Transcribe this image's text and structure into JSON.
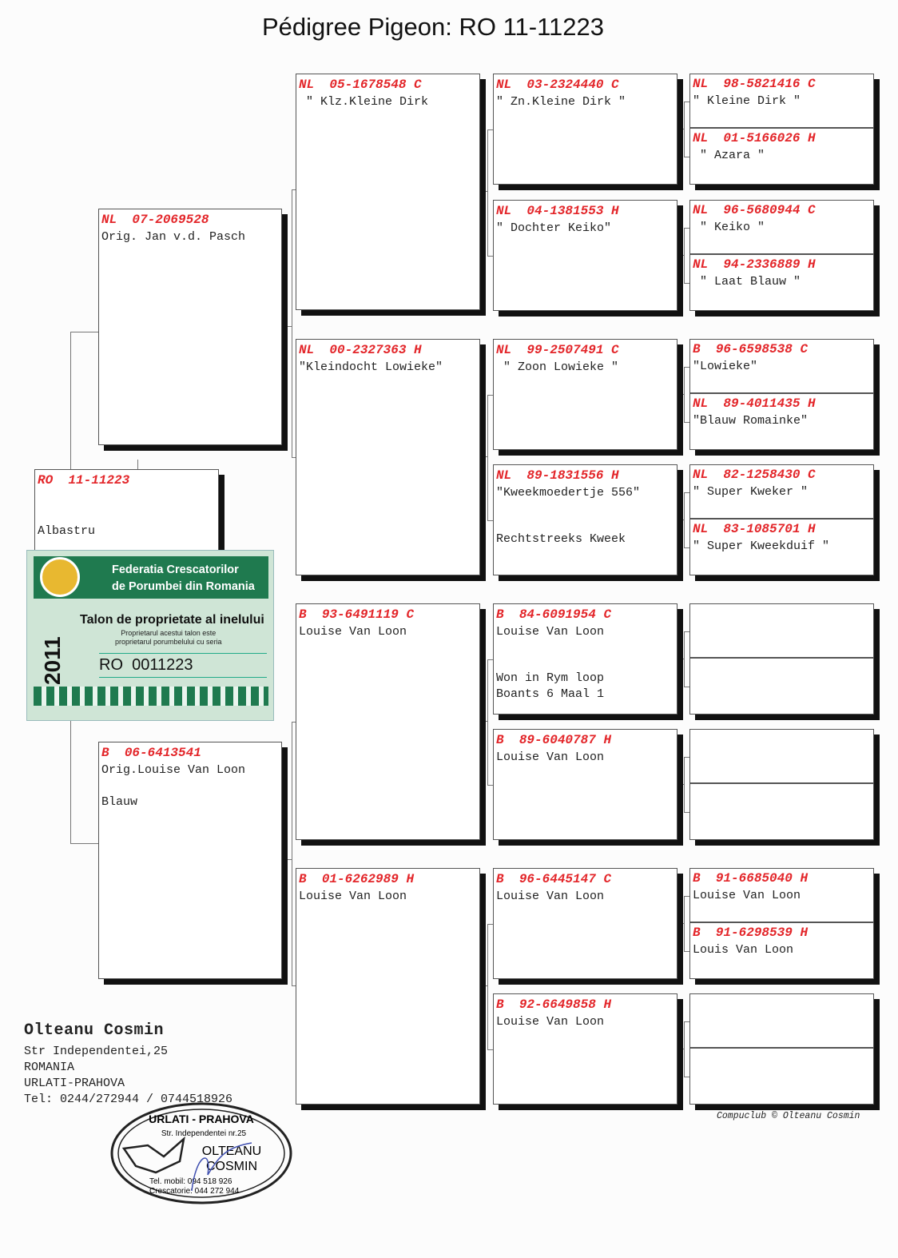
{
  "title": "Pédigree Pigeon: RO  11-11223",
  "subject": {
    "country": "RO",
    "ring": "11-11223",
    "sex": "",
    "lines": [],
    "notes": [
      "Albastru"
    ]
  },
  "sire": {
    "country": "NL",
    "ring": "07-2069528",
    "sex": "",
    "lines": [
      "Orig. Jan v.d. Pasch"
    ],
    "notes": []
  },
  "dam": {
    "country": "B",
    "ring": "06-6413541",
    "sex": "",
    "lines": [
      "Orig.Louise Van Loon"
    ],
    "notes": [
      "Blauw"
    ]
  },
  "gen3": [
    {
      "country": "NL",
      "ring": "05-1678548",
      "sex": "C",
      "lines": [
        " \" Klz.Kleine Dirk"
      ],
      "notes": []
    },
    {
      "country": "NL",
      "ring": "00-2327363",
      "sex": "H",
      "lines": [
        "\"Kleindocht Lowieke\""
      ],
      "notes": []
    },
    {
      "country": "B",
      "ring": "93-6491119",
      "sex": "C",
      "lines": [
        "Louise Van Loon"
      ],
      "notes": []
    },
    {
      "country": "B",
      "ring": "01-6262989",
      "sex": "H",
      "lines": [
        "Louise Van Loon"
      ],
      "notes": []
    }
  ],
  "gen4": [
    {
      "country": "NL",
      "ring": "03-2324440",
      "sex": "C",
      "lines": [
        "\" Zn.Kleine Dirk \""
      ],
      "notes": []
    },
    {
      "country": "NL",
      "ring": "04-1381553",
      "sex": "H",
      "lines": [
        "\" Dochter Keiko\""
      ],
      "notes": []
    },
    {
      "country": "NL",
      "ring": "99-2507491",
      "sex": "C",
      "lines": [
        " \" Zoon Lowieke \""
      ],
      "notes": []
    },
    {
      "country": "NL",
      "ring": "89-1831556",
      "sex": "H",
      "lines": [
        "\"Kweekmoedertje 556\""
      ],
      "notes": [
        "Rechtstreeks Kweek"
      ]
    },
    {
      "country": "B",
      "ring": "84-6091954",
      "sex": "C",
      "lines": [
        "Louise Van Loon"
      ],
      "notes": [
        "Won in Rym loop",
        "Boants 6 Maal 1"
      ]
    },
    {
      "country": "B",
      "ring": "89-6040787",
      "sex": "H",
      "lines": [
        "Louise Van Loon"
      ],
      "notes": []
    },
    {
      "country": "B",
      "ring": "96-6445147",
      "sex": "C",
      "lines": [
        "Louise Van Loon"
      ],
      "notes": []
    },
    {
      "country": "B",
      "ring": "92-6649858",
      "sex": "H",
      "lines": [
        "Louise Van Loon"
      ],
      "notes": []
    }
  ],
  "gen5": [
    {
      "country": "NL",
      "ring": "98-5821416",
      "sex": "C",
      "lines": [
        "\" Kleine Dirk \""
      ]
    },
    {
      "country": "NL",
      "ring": "01-5166026",
      "sex": "H",
      "lines": [
        " \" Azara \""
      ]
    },
    {
      "country": "NL",
      "ring": "96-5680944",
      "sex": "C",
      "lines": [
        " \" Keiko \""
      ]
    },
    {
      "country": "NL",
      "ring": "94-2336889",
      "sex": "H",
      "lines": [
        " \" Laat Blauw \""
      ]
    },
    {
      "country": "B",
      "ring": "96-6598538",
      "sex": "C",
      "lines": [
        "\"Lowieke\""
      ]
    },
    {
      "country": "NL",
      "ring": "89-4011435",
      "sex": "H",
      "lines": [
        "\"Blauw Romainke\""
      ]
    },
    {
      "country": "NL",
      "ring": "82-1258430",
      "sex": "C",
      "lines": [
        "\" Super Kweker \""
      ]
    },
    {
      "country": "NL",
      "ring": "83-1085701",
      "sex": "H",
      "lines": [
        "\" Super Kweekduif \""
      ]
    },
    {
      "country": "",
      "ring": "",
      "sex": "",
      "lines": []
    },
    {
      "country": "",
      "ring": "",
      "sex": "",
      "lines": []
    },
    {
      "country": "",
      "ring": "",
      "sex": "",
      "lines": []
    },
    {
      "country": "",
      "ring": "",
      "sex": "",
      "lines": []
    },
    {
      "country": "B",
      "ring": "91-6685040",
      "sex": "H",
      "lines": [
        "Louise Van Loon"
      ]
    },
    {
      "country": "B",
      "ring": "91-6298539",
      "sex": "H",
      "lines": [
        "Louis Van Loon"
      ]
    },
    {
      "country": "",
      "ring": "",
      "sex": "",
      "lines": []
    },
    {
      "country": "",
      "ring": "",
      "sex": "",
      "lines": []
    }
  ],
  "owner": {
    "name": "Olteanu Cosmin",
    "street": "Str Independentei,25",
    "country": "ROMANIA",
    "city": "URLATI-PRAHOVA",
    "tel": "Tel: 0244/272944 / 0744518926"
  },
  "footer": "Compuclub © Olteanu Cosmin",
  "talon": {
    "federation_line1": "Federatia Crescatorilor",
    "federation_line2": "de Porumbei din Romania",
    "title": "Talon de proprietate al inelului",
    "sub1": "Proprietarul acestui talon este",
    "sub2": "proprietarul porumbelului cu seria",
    "serial": "RO  0011223",
    "year": "2011"
  },
  "stamp": {
    "top": "URLATI - PRAHOVA",
    "street": "Str. Independentei nr.25",
    "name1": "OLTEANU",
    "name2": "COSMIN",
    "mobil": "Tel. mobil:   094 518 926",
    "cresc": "Crescatorie: 044 272 944"
  }
}
